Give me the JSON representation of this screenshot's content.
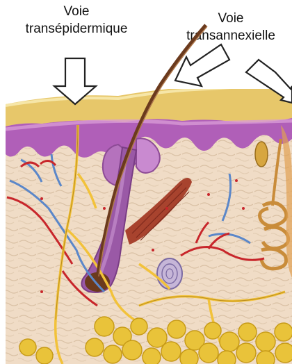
{
  "labels": {
    "transepidermal_line1": "Voie",
    "transepidermal_line2": "transépidermique",
    "transannexial_line1": "Voie",
    "transannexial_line2": "transannexielle"
  },
  "colors": {
    "epidermis": "#e7c76a",
    "epidermis_light": "#f3df98",
    "basal_layer": "#b05fb8",
    "basal_light": "#d89ad6",
    "dermis": "#f0dcc6",
    "dermis_fiber": "#d8bfa3",
    "artery": "#c8262b",
    "vein": "#5b87c9",
    "nerve": "#f2c23a",
    "fat": "#e9c33a",
    "hair": "#6b3a1d",
    "muscle": "#a8432e"
  },
  "icons": [
    "down-arrow-icon",
    "diagonal-arrow-icon"
  ]
}
